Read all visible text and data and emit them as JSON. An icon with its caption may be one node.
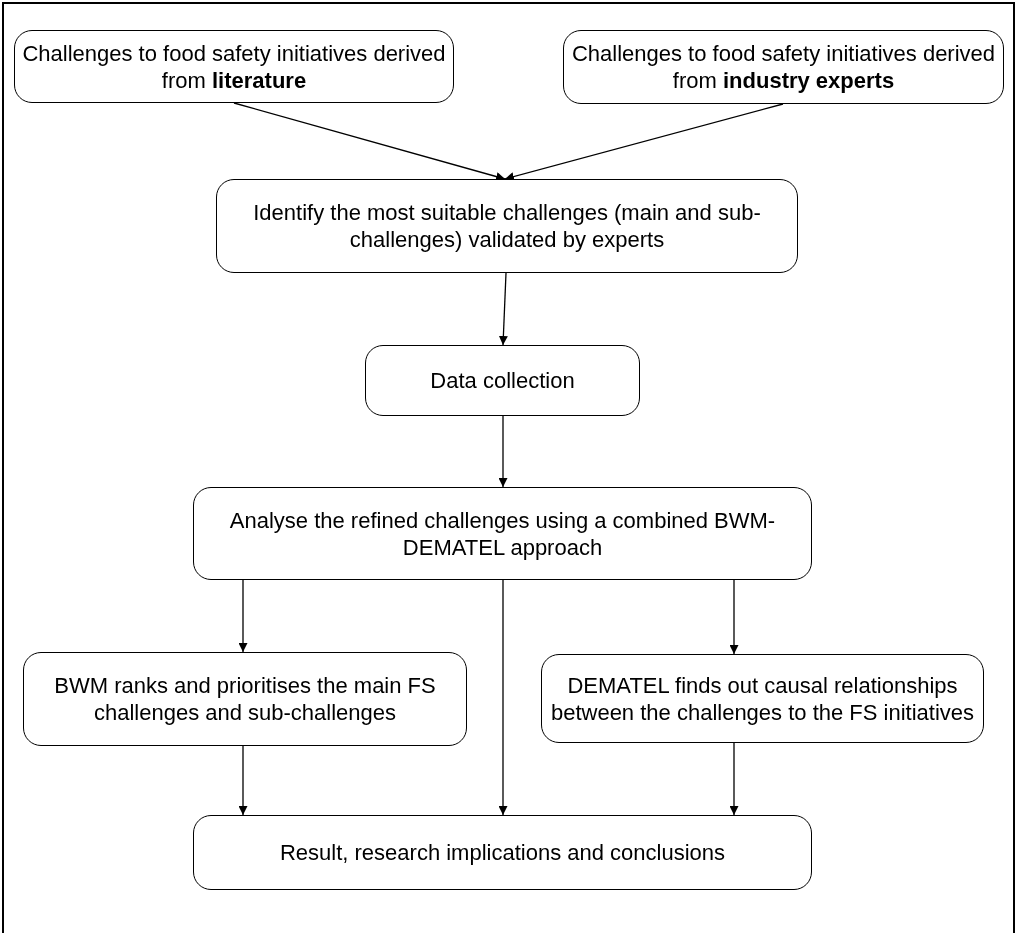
{
  "diagram": {
    "nodes": [
      {
        "text": [
          "Challenges to food safety initiatives derived from **literature**"
        ]
      },
      {
        "text": [
          "Challenges to food safety initiatives derived from **industry experts**"
        ]
      },
      {
        "text": [
          "Identify the most suitable challenges (main and sub-challenges) validated by experts"
        ]
      },
      {
        "text": [
          "Data collection"
        ]
      },
      {
        "text": [
          "Analyse the refined challenges using a combined BWM-DEMATEL approach"
        ]
      },
      {
        "text": [
          "BWM ranks and prioritises the main FS challenges and sub-challenges"
        ]
      },
      {
        "text": [
          "DEMATEL finds out causal relationships between the challenges to the FS initiatives"
        ]
      },
      {
        "text": [
          "Result, research implications and conclusions"
        ]
      }
    ],
    "edges": [
      {
        "from": 0,
        "to": 2,
        "arrow": "to"
      },
      {
        "from": 1,
        "to": 2,
        "arrow": "to"
      },
      {
        "from": 2,
        "to": 3,
        "arrow": "to"
      },
      {
        "from": 3,
        "to": 4,
        "arrow": "to"
      },
      {
        "from": 4,
        "to": 5,
        "arrow": "to"
      },
      {
        "from": 4,
        "to": 6,
        "arrow": "to"
      },
      {
        "from": 5,
        "to": 7,
        "arrow": "to"
      },
      {
        "from": 4,
        "to": 7,
        "arrow": "to"
      },
      {
        "from": 6,
        "to": 7,
        "arrow": "to"
      }
    ]
  }
}
